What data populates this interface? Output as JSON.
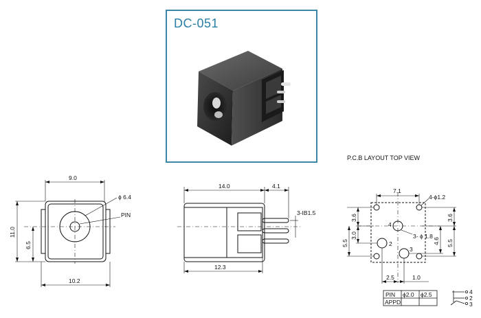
{
  "model": {
    "name": "DC-051"
  },
  "pcb": {
    "title": "P.C.B LAYOUT    TOP VIEW"
  },
  "front_view": {
    "width_top": "9.0",
    "width_bottom": "10.2",
    "height_total": "11.0",
    "height_center": "6.5",
    "hole_dia": "ϕ 6.4",
    "pin_label": "PIN"
  },
  "side_view": {
    "length": "14.0",
    "pin_length": "4.1",
    "pin_spec": "3-ΙΒ1.5",
    "length_bottom": "12.3"
  },
  "pcb_layout": {
    "top_width": "7.1",
    "hole_dia": "4-ϕ1.2",
    "left_upper": "3.6",
    "left_mid": "3.0",
    "left_lower": "5.5",
    "right_upper": "3.6",
    "right_mid": "4.6",
    "right_lower": "5.5",
    "pin_holes": "3- ϕ 1.8",
    "hole_labels": [
      "4",
      "2",
      "3"
    ],
    "bottom_left": "2.5",
    "bottom_right": "1.0"
  },
  "pin_table": {
    "header": [
      "PIN",
      "ϕ2.0",
      "ϕ2.5"
    ],
    "row_label": "APPD"
  },
  "pin_legend": [
    "4",
    "2",
    "3"
  ]
}
